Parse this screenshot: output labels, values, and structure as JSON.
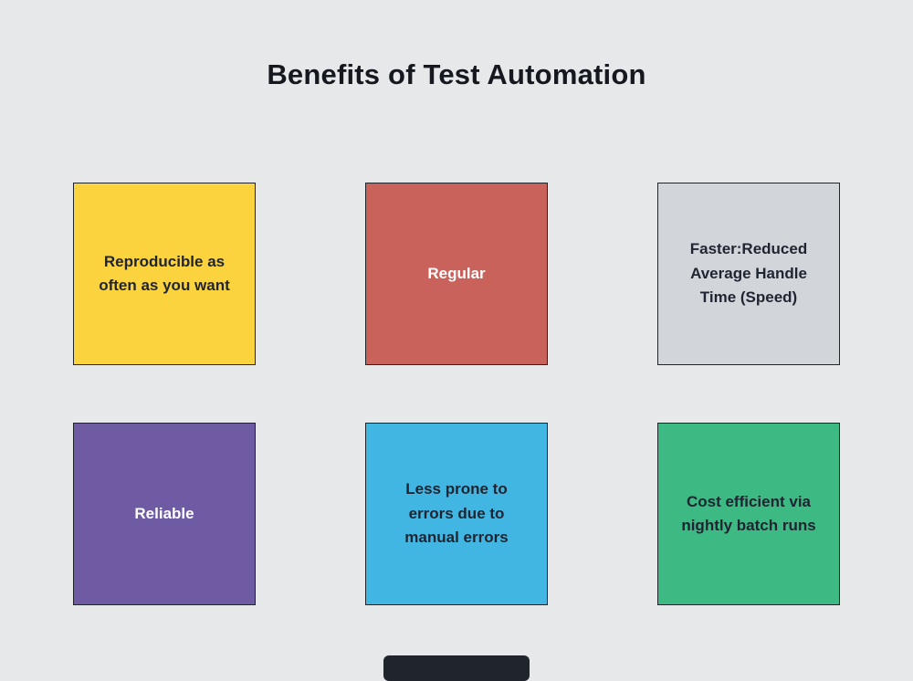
{
  "title": "Benefits of Test Automation",
  "boxes": [
    {
      "label": "Reproducible as often as you want",
      "bg": "#fbd33f",
      "text_color": "#1f2430"
    },
    {
      "label": "Regular",
      "bg": "#c9625a",
      "text_color": "#ffffff"
    },
    {
      "label": "Faster:Reduced Average Handle Time (Speed)",
      "bg": "#d2d6db",
      "text_color": "#1f2430"
    },
    {
      "label": "Reliable",
      "bg": "#6e5ba3",
      "text_color": "#ffffff"
    },
    {
      "label": "Less prone to errors due to manual errors",
      "bg": "#41b6e3",
      "text_color": "#1f2430"
    },
    {
      "label": "Cost efficient via nightly batch runs",
      "bg": "#3db983",
      "text_color": "#1f2430"
    }
  ],
  "colors": {
    "background": "#e7e8ea",
    "border": "#20242b",
    "title": "#15191f",
    "watermark": "#20242b"
  }
}
